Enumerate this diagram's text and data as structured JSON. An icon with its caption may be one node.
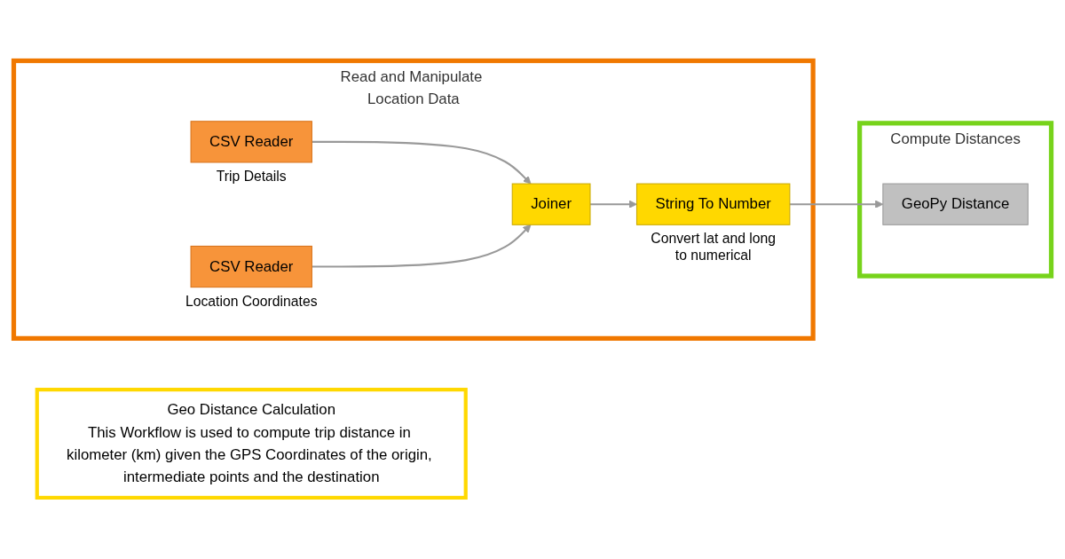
{
  "diagram": {
    "nodes": [
      {
        "text": [
          "Geo Distance Calculation",
          "This Workflow is used to compute trip distance in kilometer (km) given the GPS Coordinates of the origin, intermediate points and the destination"
        ]
      },
      {
        "text": [
          "Read and Manipulate Location Data"
        ]
      },
      {
        "text": [
          "CSV Reader"
        ],
        "in": 1,
        "beside": [
          "Trip Details"
        ]
      },
      {
        "text": [
          "CSV Reader"
        ],
        "in": 1,
        "beside": [
          "Location Coordinates"
        ]
      },
      {
        "text": [
          "Joiner"
        ],
        "in": 1
      },
      {
        "text": [
          "String To Number"
        ],
        "in": 1,
        "beside": [
          "Convert lat and long to numerical"
        ]
      },
      {
        "text": [
          "Compute Distances"
        ]
      },
      {
        "text": [
          "GeoPy Distance"
        ],
        "in": 6
      }
    ],
    "edges": [
      {
        "from": 2,
        "to": 4,
        "arrow": "to"
      },
      {
        "from": 3,
        "to": 4,
        "arrow": "to"
      },
      {
        "from": 4,
        "to": 5,
        "arrow": "to"
      },
      {
        "from": 5,
        "to": 7,
        "arrow": "to"
      }
    ]
  }
}
